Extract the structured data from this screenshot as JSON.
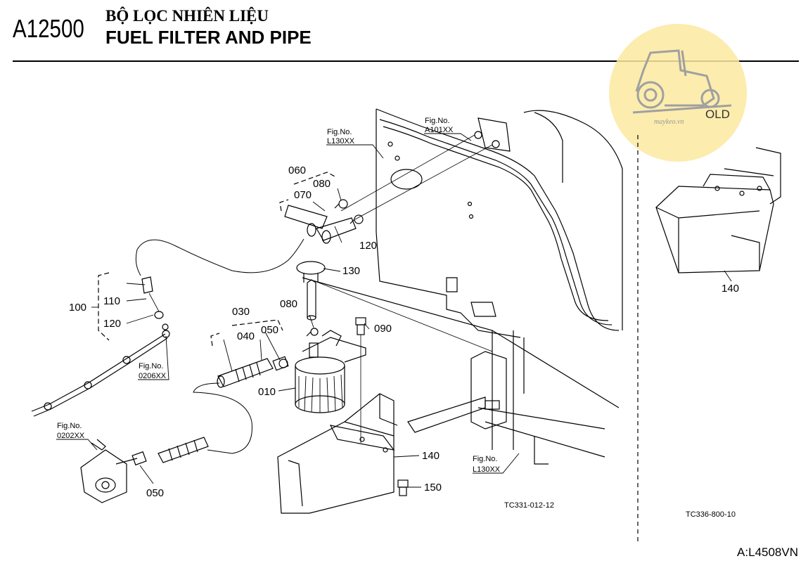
{
  "header": {
    "code": "A12500",
    "title_vn": "BỘ LỌC NHIÊN LIỆU",
    "title_en": "FUEL FILTER AND PIPE"
  },
  "watermark": {
    "text": "OLD",
    "site": "maykeo.vn",
    "color": "#fbe9a0"
  },
  "parts": {
    "p010": "010",
    "p030": "030",
    "p040": "040",
    "p050a": "050",
    "p050b": "050",
    "p060": "060",
    "p070": "070",
    "p080a": "080",
    "p080b": "080",
    "p090": "090",
    "p100": "100",
    "p110": "110",
    "p120a": "120",
    "p120b": "120",
    "p130": "130",
    "p140a": "140",
    "p140b": "140",
    "p150": "150"
  },
  "refs": {
    "r1_label": "Fig.No.",
    "r1_code": "L130XX",
    "r2_label": "Fig.No.",
    "r2_code": "A101XX",
    "r3_label": "Fig.No.",
    "r3_code": "0206XX",
    "r4_label": "Fig.No.",
    "r4_code": "0202XX",
    "r5_label": "Fig.No.",
    "r5_code": "L130XX"
  },
  "drawing_codes": {
    "main": "TC331-012-12",
    "side": "TC336-800-10"
  },
  "footer": {
    "page_code": "A:L4508VN"
  }
}
